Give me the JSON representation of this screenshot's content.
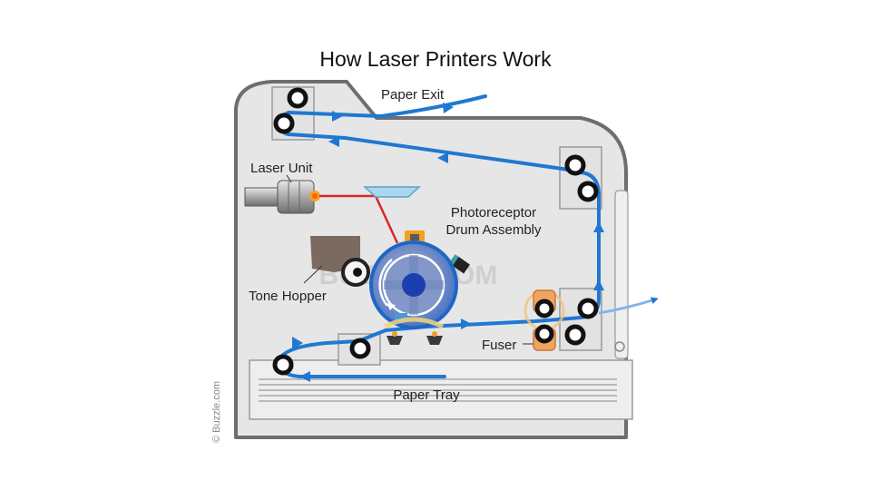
{
  "title": "How Laser Printers Work",
  "labels": {
    "paper_exit": "Paper Exit",
    "laser_unit": "Laser Unit",
    "photoreceptor_line1": "Photoreceptor",
    "photoreceptor_line2": "Drum Assembly",
    "tone_hopper": "Tone Hopper",
    "fuser": "Fuser",
    "paper_tray": "Paper Tray"
  },
  "watermark": "BUZZLE.COM",
  "credit": "© Buzzle.com",
  "colors": {
    "paper_path": "#1f78d1",
    "laser_beam": "#d62828",
    "printer_body": "#e6e6e6",
    "printer_outline": "#6e6e6e",
    "fuser_pad": "#f2a561",
    "toner": "#7a6a60"
  }
}
